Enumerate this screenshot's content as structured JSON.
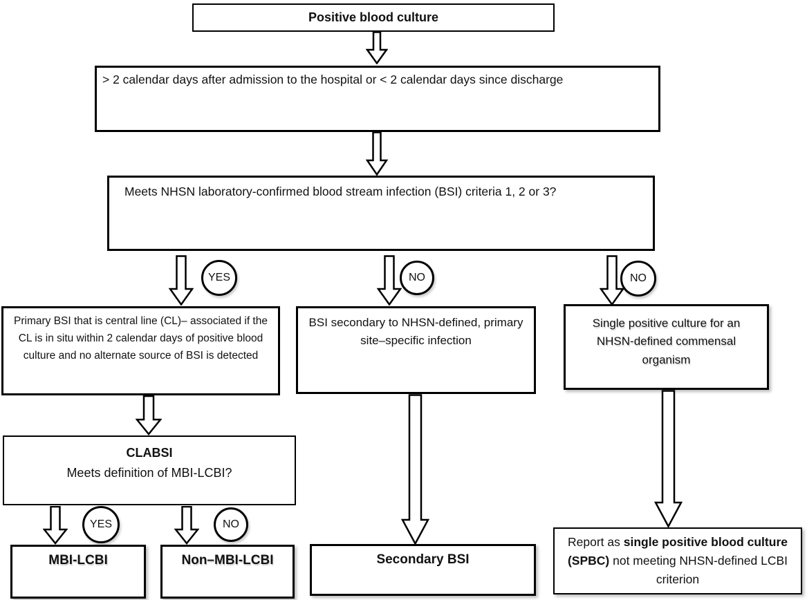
{
  "nodes": {
    "positive": {
      "label": "Positive blood culture"
    },
    "days": {
      "label": "> 2 calendar days after admission to the hospital or < 2 calendar days since discharge"
    },
    "criteria": {
      "label": "Meets NHSN laboratory-confirmed blood stream infection (BSI) criteria 1, 2 or 3?"
    },
    "primary": {
      "label": "Primary BSI that is central line (CL)– associated if the CL is in situ within 2 calendar days of positive blood culture and no alternate source of BSI is detected"
    },
    "secondary_def": {
      "label": "BSI secondary to NHSN-defined, primary site–specific infection"
    },
    "single": {
      "label": "Single positive culture for an NHSN-defined commensal organism"
    },
    "clabsi": {
      "title": "CLABSI",
      "question": "Meets definition of MBI-LCBI?"
    },
    "mbi": {
      "label": "MBI-LCBI"
    },
    "nonmbi": {
      "label": "Non–MBI-LCBI"
    },
    "secbsi": {
      "label": "Secondary BSI"
    },
    "report": {
      "prefix": "Report as ",
      "bold": "single positive blood culture (SPBC)",
      "suffix": " not meeting NHSN-defined LCBI criterion"
    }
  },
  "connectors": {
    "criteria_yes": "YES",
    "criteria_no_mid": "NO",
    "criteria_no_right": "NO",
    "mbi_yes": "YES",
    "mbi_no": "NO"
  },
  "colors": {
    "border": "#000000",
    "background": "#ffffff",
    "text": "#111111"
  }
}
